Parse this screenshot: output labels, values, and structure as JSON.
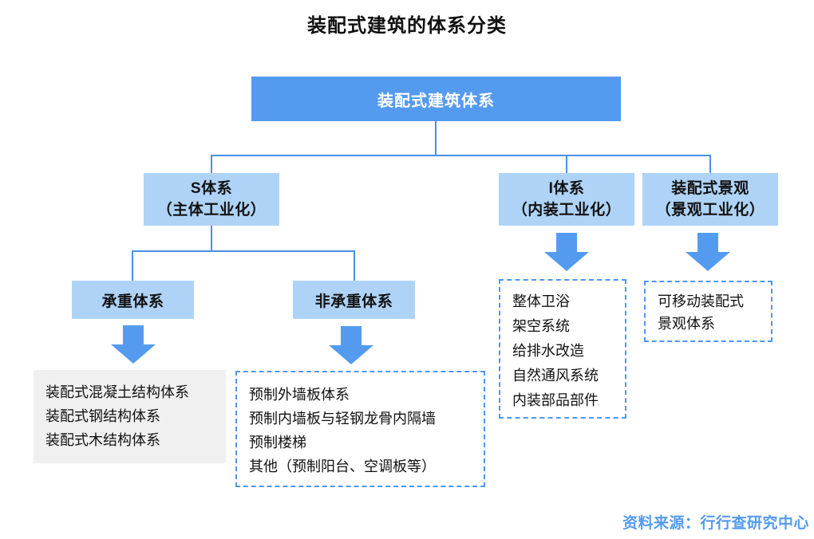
{
  "title": "装配式建筑的体系分类",
  "root": {
    "label": "装配式建筑体系"
  },
  "level2": {
    "s": {
      "name": "S体系",
      "subtitle": "（主体工业化）"
    },
    "i": {
      "name": "I体系",
      "subtitle": "（内装工业化）"
    },
    "landscape": {
      "name": "装配式景观",
      "subtitle": "（景观工业化）"
    }
  },
  "level3": {
    "load_bearing": {
      "label": "承重体系"
    },
    "non_load_bearing": {
      "label": "非承重体系"
    }
  },
  "leaves": {
    "structure_systems": {
      "box_style": "solid-gray",
      "items": [
        "装配式混凝土结构体系",
        "装配式钢结构体系",
        "装配式木结构体系"
      ]
    },
    "non_load_items": {
      "box_style": "dashed-blue",
      "items": [
        "预制外墙板体系",
        "预制内墙板与轻钢龙骨内隔墙",
        "预制楼梯",
        "其他（预制阳台、空调板等）"
      ]
    },
    "interior_items": {
      "box_style": "dashed-blue",
      "items": [
        "整体卫浴",
        "架空系统",
        "给排水改造",
        "自然通风系统",
        "内装部品部件"
      ]
    },
    "landscape_items": {
      "box_style": "dashed-blue",
      "items": [
        "可移动装配式",
        "景观体系"
      ]
    }
  },
  "source_note": "资料来源：行行查研究中心",
  "icons": {
    "down_arrow": "block-down-arrow"
  },
  "colors": {
    "primary_blue": "#549BF0",
    "light_blue": "#AED3F7",
    "connector_blue": "#4A90E2",
    "dashed_border_blue": "#4C97F0",
    "gray_box": "#F0F0F0",
    "title_text": "#111111",
    "root_text": "#FFFFFF",
    "source_text": "#549BF0"
  }
}
